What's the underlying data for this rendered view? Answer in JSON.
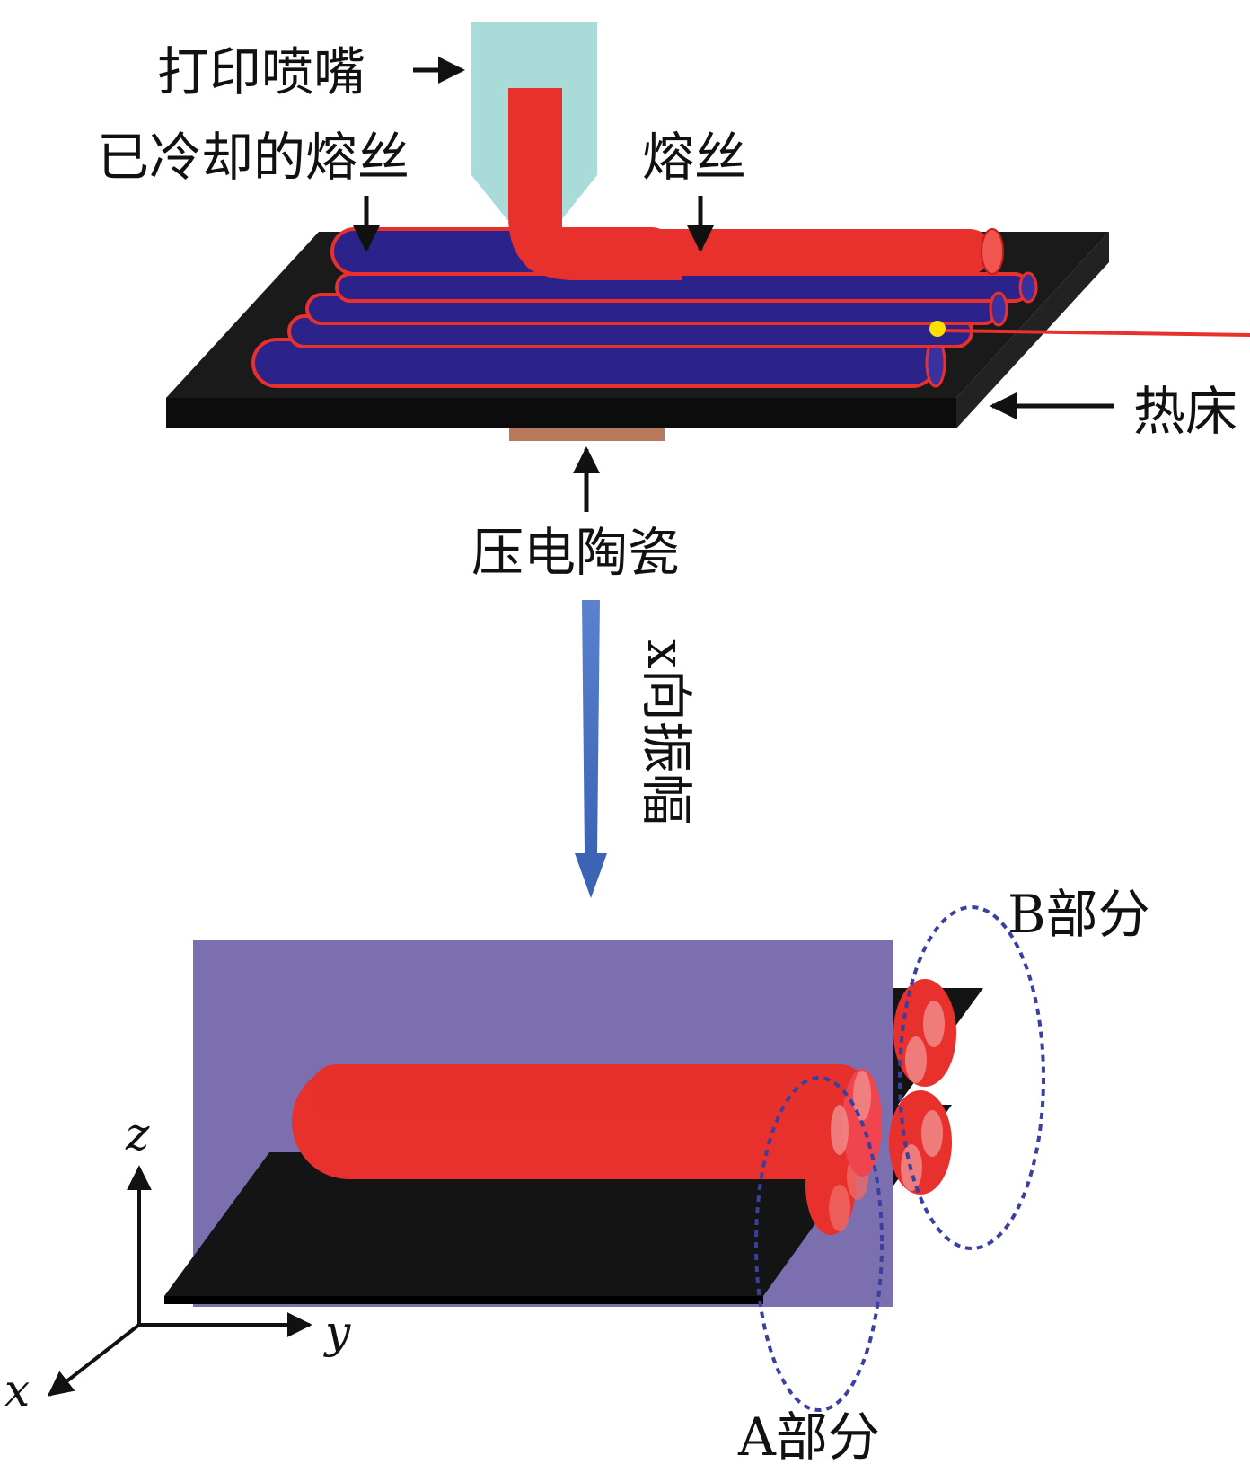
{
  "labels": {
    "nozzle": "打印喷嘴",
    "cooled_filament": "已冷却的熔丝",
    "filament": "熔丝",
    "hot_bed": "热床",
    "piezo_ceramic": "压电陶瓷",
    "x_amplitude": "x向振幅",
    "part_b": "B部分",
    "part_a": "A部分",
    "axis_z": "z",
    "axis_y": "y",
    "axis_x": "x"
  },
  "colors": {
    "nozzle": "#a9dcd9",
    "molten_filament": "#e8302d",
    "cooled_filament": "#2c238a",
    "hot_bed": "#111111",
    "piezo": "#b87a5a",
    "flow_arrow": "#4a6fc0",
    "panel": "#7b6fb0",
    "ellipse": "#3a3fa0",
    "indicator_dot": "#ffe000"
  }
}
